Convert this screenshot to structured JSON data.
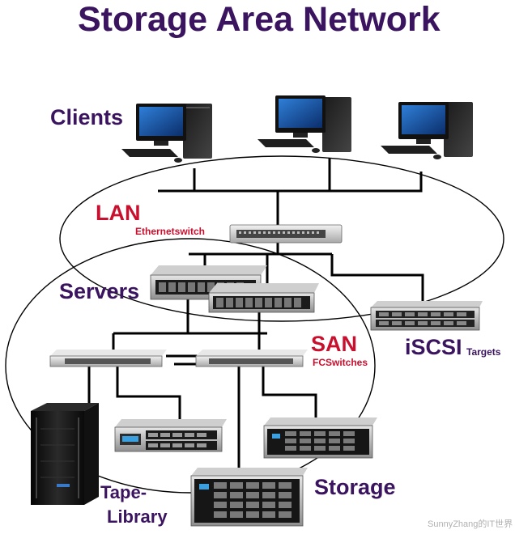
{
  "title": "Storage Area Network",
  "labels": {
    "clients": "Clients",
    "lan": "LAN",
    "lan_sub": "Ethernetswitch",
    "servers": "Servers",
    "san": "SAN",
    "san_sub": "FCSwitches",
    "iscsi": "iSCSI",
    "iscsi_sub": "Targets",
    "tape_line1": "Tape-",
    "tape_line2": "Library",
    "storage": "Storage"
  },
  "watermark": "SunnyZhang的IT世界",
  "colors": {
    "title": "#3b1460",
    "accent_red": "#c8102e",
    "line": "#000000"
  }
}
